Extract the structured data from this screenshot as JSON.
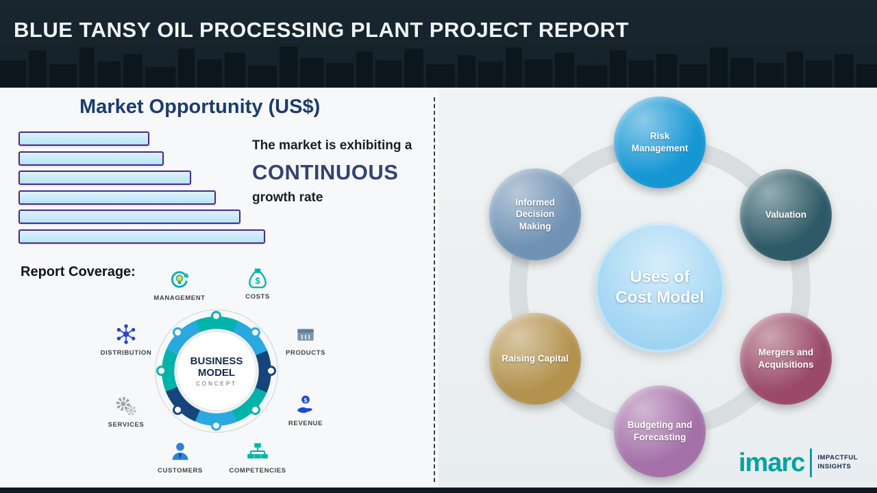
{
  "header": {
    "title": "BLUE TANSY OIL PROCESSING PLANT PROJECT REPORT"
  },
  "left": {
    "section_title": "Market Opportunity (US$)",
    "growth": {
      "prefix": "The market is exhibiting a",
      "highlight": "CONTINUOUS",
      "suffix": "growth rate"
    },
    "report_coverage_label": "Report Coverage:",
    "business_model": {
      "title_top": "BUSINESS",
      "title_bottom": "MODEL",
      "subtitle": "CONCEPT",
      "items": [
        {
          "label": "MANAGEMENT",
          "icon": "management-recycle-bulb-icon"
        },
        {
          "label": "COSTS",
          "icon": "money-bag-icon"
        },
        {
          "label": "DISTRIBUTION",
          "icon": "network-icon"
        },
        {
          "label": "PRODUCTS",
          "icon": "box-icon"
        },
        {
          "label": "SERVICES",
          "icon": "gears-icon"
        },
        {
          "label": "REVENUE",
          "icon": "hand-coin-icon"
        },
        {
          "label": "CUSTOMERS",
          "icon": "person-icon"
        },
        {
          "label": "COMPETENCIES",
          "icon": "org-chart-icon"
        }
      ]
    }
  },
  "chart_data": {
    "type": "bar",
    "orientation": "horizontal",
    "title": "Market Opportunity (US$)",
    "categories": [
      "",
      "",
      "",
      "",
      "",
      ""
    ],
    "values": [
      53,
      59,
      70,
      80,
      90,
      100
    ],
    "value_note": "relative bar lengths, no numeric axis labels shown",
    "bar_fill": "#b7e4f6",
    "bar_border": "#4b2a84",
    "xlabel": "",
    "ylabel": ""
  },
  "right": {
    "center_label": "Uses of Cost Model",
    "center_color": "#a9d9f3",
    "nodes": [
      {
        "label": "Risk Management",
        "color": "#1697d4"
      },
      {
        "label": "Valuation",
        "color": "#2d5a66"
      },
      {
        "label": "Mergers and Acquisitions",
        "color": "#9a4a66"
      },
      {
        "label": "Budgeting and Forecasting",
        "color": "#a470a8"
      },
      {
        "label": "Raising Capital",
        "color": "#b3924e"
      },
      {
        "label": "Informed Decision Making",
        "color": "#7092b4"
      }
    ]
  },
  "branding": {
    "logo_text": "imarc",
    "tagline_line1": "IMPACTFUL",
    "tagline_line2": "INSIGHTS"
  }
}
